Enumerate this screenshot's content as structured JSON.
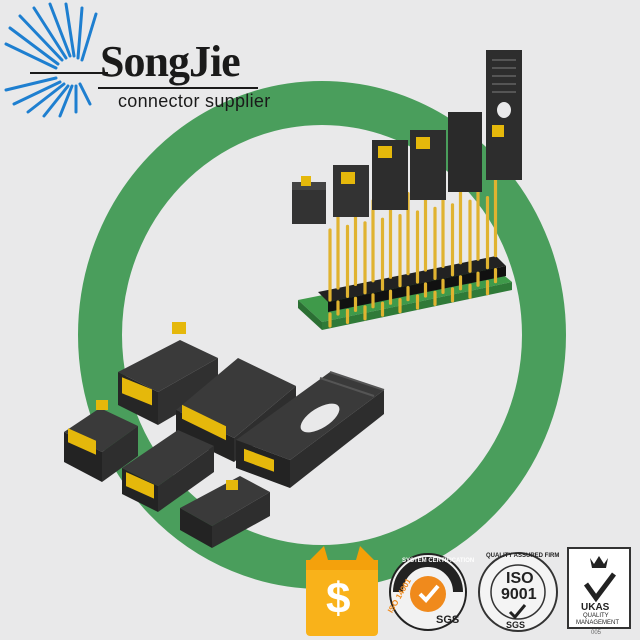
{
  "brand": {
    "name": "SongJie",
    "tagline": "connector supplier",
    "colors": {
      "rays": "#1e7fd0",
      "text": "#1a1a1a"
    }
  },
  "scene": {
    "ring_color": "#4a9e5c",
    "pcb_color": "#3f9a4a",
    "jumper_color": "#2b2b2b",
    "contact_color": "#e5b80b",
    "pin_color": "#e0b330"
  },
  "certifications": {
    "payment": {
      "symbol": "$"
    },
    "iso14001": {
      "ring_text": "SYSTEM CERTIFICATION",
      "standard": "ISO 14001",
      "body": "SGS"
    },
    "iso9001": {
      "ring_text": "QUALITY ASSURED FIRM",
      "standard_line1": "ISO",
      "standard_line2": "9001",
      "body": "SGS"
    },
    "ukas": {
      "title": "UKAS",
      "subtitle_line1": "QUALITY",
      "subtitle_line2": "MANAGEMENT",
      "number": "005"
    }
  }
}
